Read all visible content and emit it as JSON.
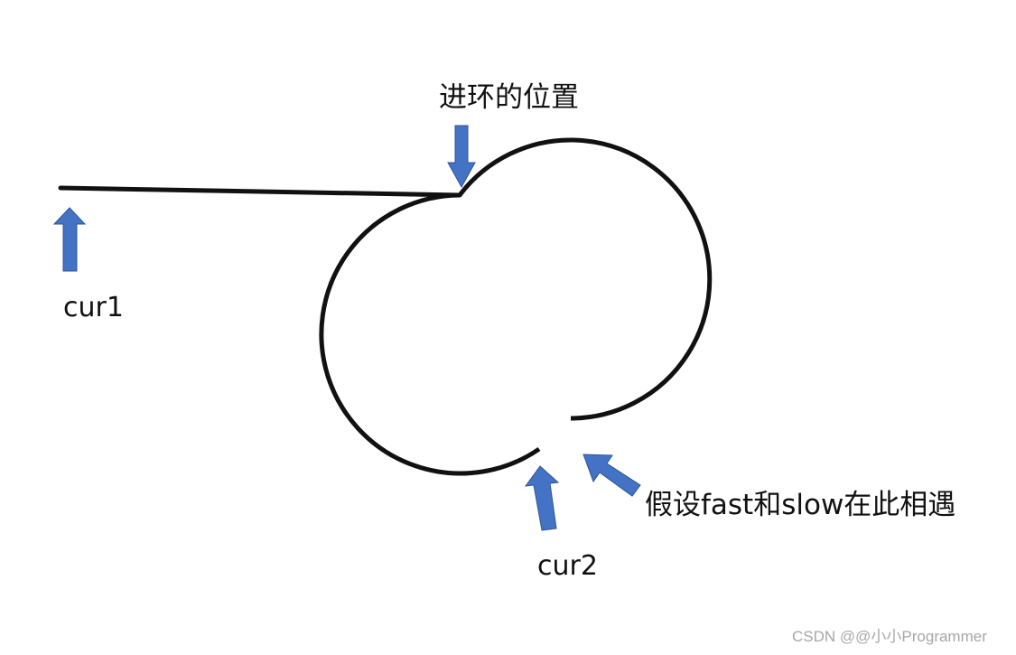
{
  "labels": {
    "entry_position": "进环的位置",
    "cur1": "cur1",
    "cur2": "cur2",
    "meeting_point": "假设fast和slow在此相遇"
  },
  "watermark": "CSDN @@小小Programmer",
  "colors": {
    "line": "#111111",
    "arrow_fill": "#4472c4",
    "arrow_stroke": "#2f5597",
    "text": "#111111",
    "watermark": "#a7a7a7"
  }
}
